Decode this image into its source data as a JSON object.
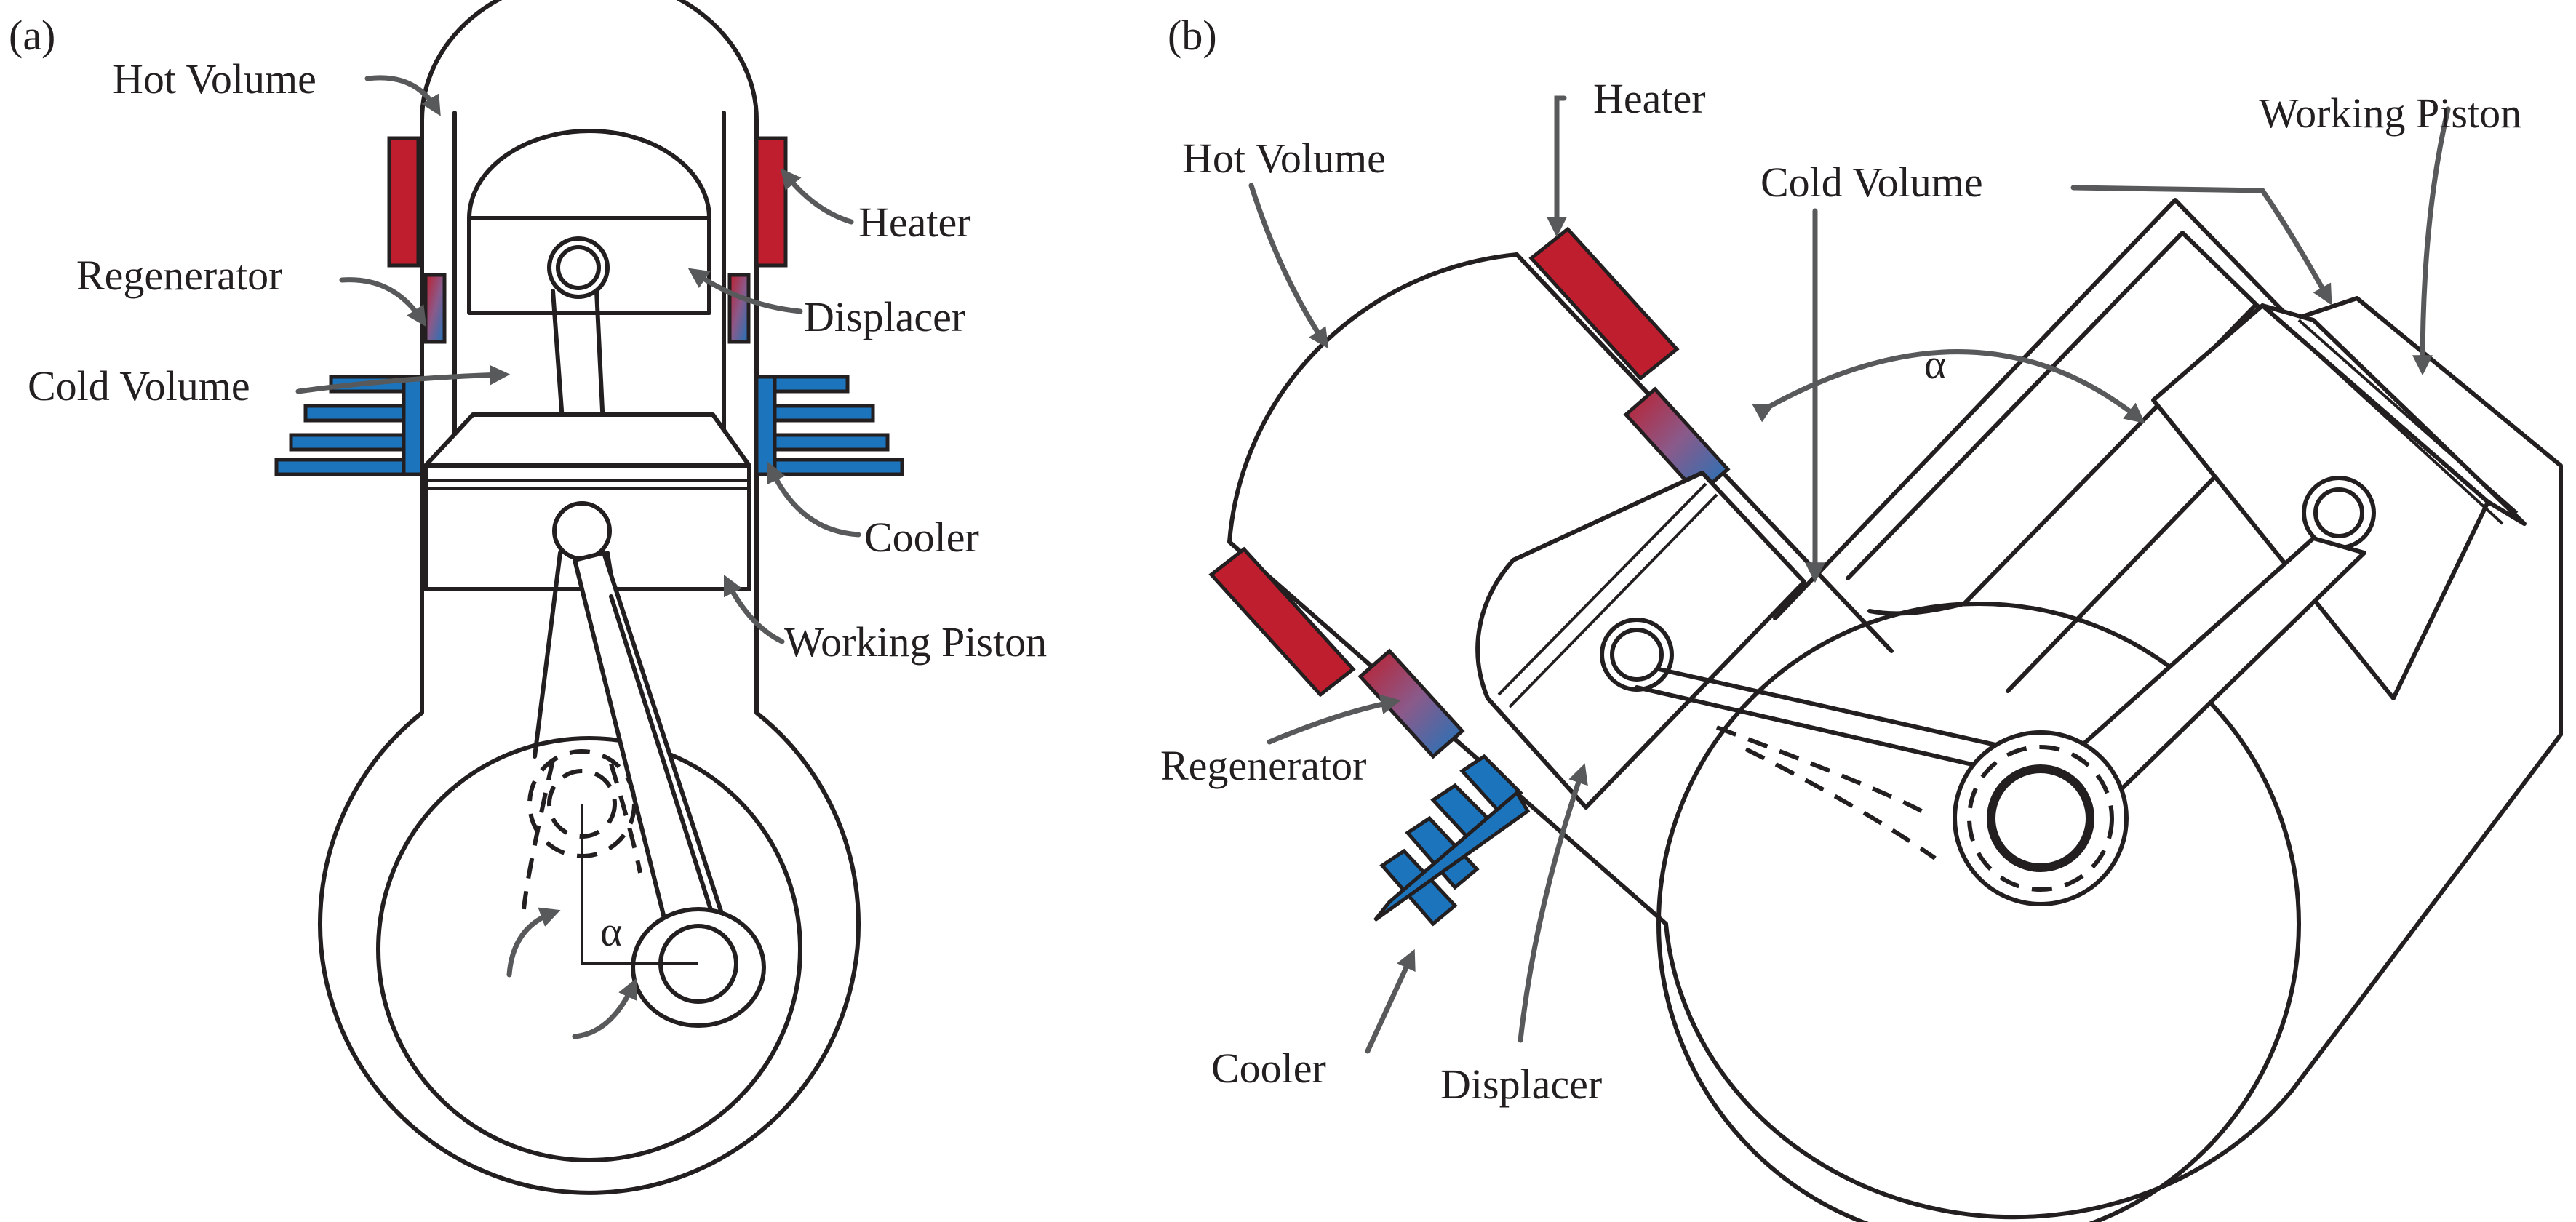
{
  "colors": {
    "heater": "#be1e2d",
    "cooler": "#1c75bc",
    "arrow": "#58595b",
    "line": "#231f20"
  },
  "panel_a": {
    "tag": "(a)",
    "hot_volume": "Hot Volume",
    "heater": "Heater",
    "regenerator": "Regenerator",
    "displacer": "Displacer",
    "cold_volume": "Cold Volume",
    "cooler": "Cooler",
    "working_piston": "Working Piston",
    "alpha": "α"
  },
  "panel_b": {
    "tag": "(b)",
    "heater": "Heater",
    "working_piston": "Working Piston",
    "hot_volume": "Hot Volume",
    "cold_volume": "Cold Volume",
    "alpha": "α",
    "regenerator": "Regenerator",
    "cooler": "Cooler",
    "displacer": "Displacer"
  }
}
